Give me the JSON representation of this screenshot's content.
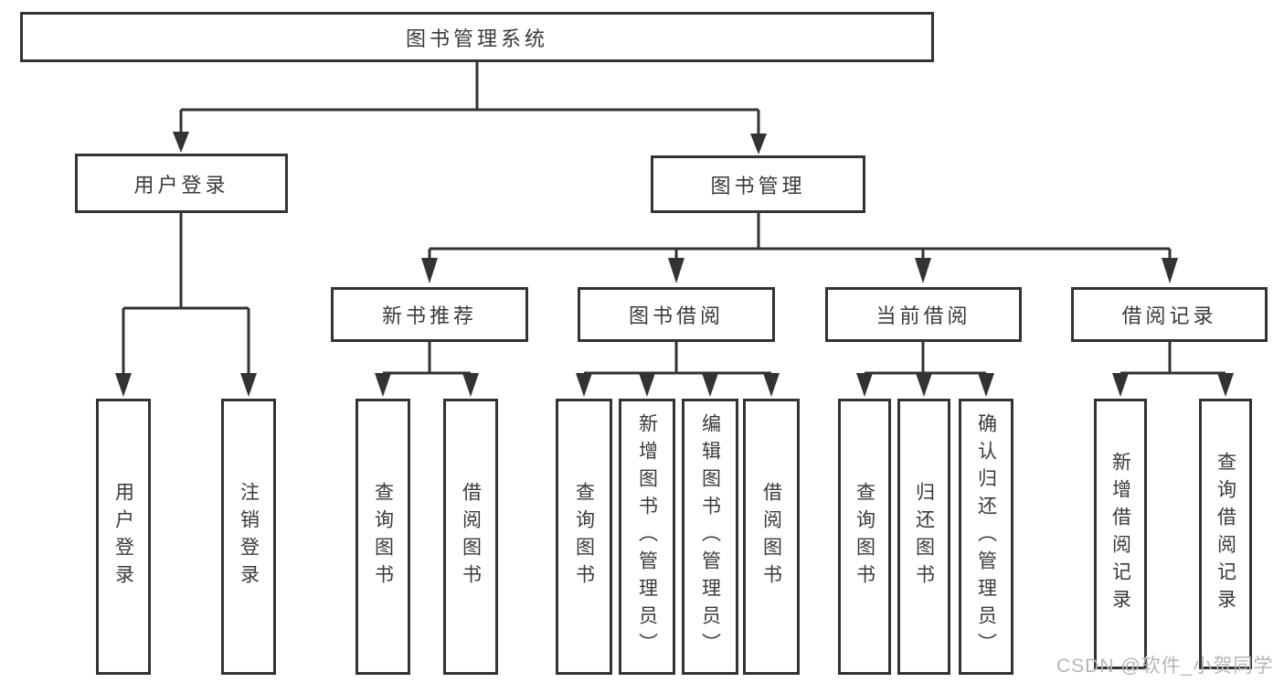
{
  "diagram": {
    "root": {
      "label": "图书管理系统"
    },
    "branches": [
      {
        "label": "用户登录",
        "children": [
          {
            "label": "用户登录"
          },
          {
            "label": "注销登录"
          }
        ]
      },
      {
        "label": "图书管理",
        "children": [
          {
            "label": "新书推荐",
            "children": [
              {
                "label": "查询图书"
              },
              {
                "label": "借阅图书"
              }
            ]
          },
          {
            "label": "图书借阅",
            "children": [
              {
                "label": "查询图书"
              },
              {
                "label": "新增图书（管理员）"
              },
              {
                "label": "编辑图书（管理员）"
              },
              {
                "label": "借阅图书"
              }
            ]
          },
          {
            "label": "当前借阅",
            "children": [
              {
                "label": "查询图书"
              },
              {
                "label": "归还图书"
              },
              {
                "label": "确认归还（管理员）"
              }
            ]
          },
          {
            "label": "借阅记录",
            "children": [
              {
                "label": "新增借阅记录"
              },
              {
                "label": "查询借阅记录"
              }
            ]
          }
        ]
      }
    ]
  },
  "watermark": {
    "text": "CSDN @软件_小贺同学"
  },
  "colors": {
    "line": "#333333",
    "node_border": "#333333",
    "text": "#3a3a3a",
    "watermark": "#b6b6b6",
    "background": "#ffffff"
  }
}
